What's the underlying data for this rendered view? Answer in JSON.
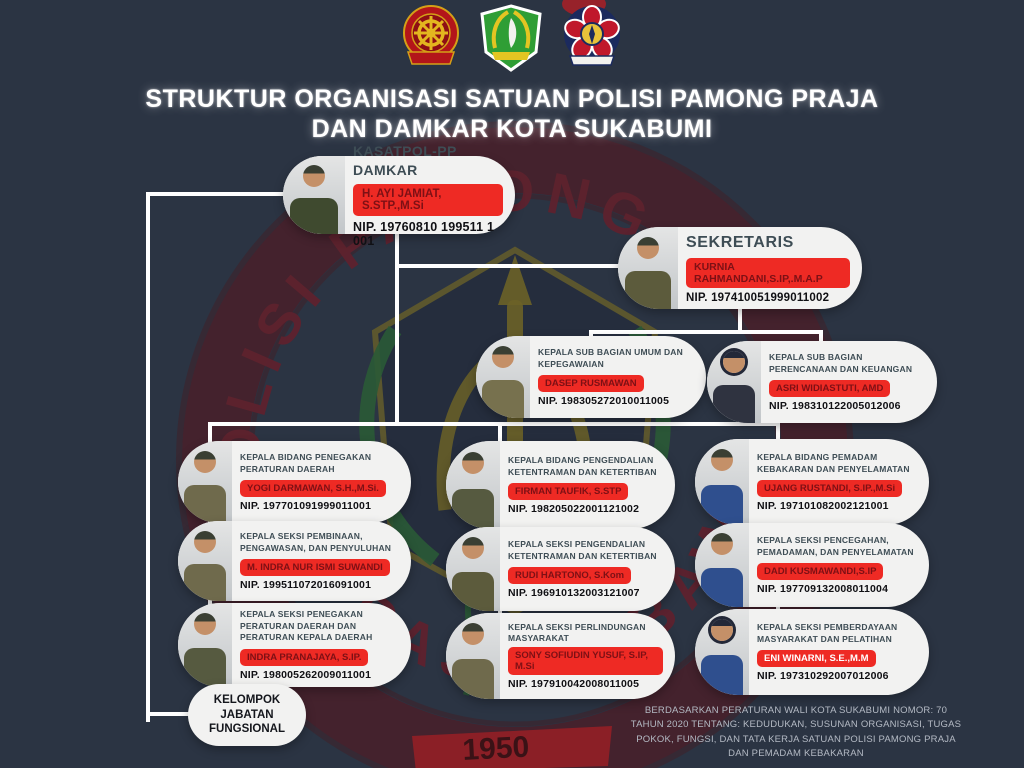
{
  "title": {
    "line1": "STRUKTUR ORGANISASI SATUAN POLISI PAMONG PRAJA",
    "line2": "DAN DAMKAR KOTA SUKABUMI"
  },
  "watermark": {
    "top_arc": "POLISI PAMONG",
    "bottom_arc": "PRAJA WIBAWA",
    "year": "1950"
  },
  "nodes": [
    {
      "id": "kasatpol",
      "role": "KASATPOL-PP DAMKAR",
      "name": "H. AYI JAMIAT, S.STP.,M.Si",
      "nip": "NIP. 19760810 199511 1 001",
      "uniform": "#3f4a2f"
    },
    {
      "id": "sekretaris",
      "role": "SEKRETARIS",
      "name": "KURNIA RAHMANDANI,S.IP,.M.A.P",
      "nip": "NIP. 197410051999011002",
      "uniform": "#5c5b3c"
    },
    {
      "id": "subbag-umum",
      "role": "KEPALA SUB BAGIAN UMUM DAN KEPEGAWAIAN",
      "name": "DASEP RUSMAWAN",
      "nip": "NIP. 198305272010011005",
      "uniform": "#77714e"
    },
    {
      "id": "subbag-perencanaan",
      "role": "KEPALA SUB BAGIAN PERENCANAAN DAN KEUANGAN",
      "name": "ASRI WIDIASTUTI, AMD",
      "nip": "NIP. 198310122005012006",
      "uniform": "#2f3340"
    },
    {
      "id": "bidang-penegakan",
      "role": "KEPALA BIDANG PENEGAKAN PERATURAN DAERAH",
      "name": "YOGI DARMAWAN, S.H.,M.Si.",
      "nip": "NIP. 197701091999011001",
      "uniform": "#6f6a4c"
    },
    {
      "id": "bidang-pengendalian",
      "role": "KEPALA BIDANG PENGENDALIAN KETENTRAMAN DAN KETERTIBAN",
      "name": "FIRMAN TAUFIK, S.STP",
      "nip": "NIP. 198205022001121002",
      "uniform": "#565a40"
    },
    {
      "id": "bidang-pemadam",
      "role": "KEPALA BIDANG PEMADAM KEBAKARAN DAN PENYELAMATAN",
      "name": "UJANG RUSTANDI, S.IP.,M.Si",
      "nip": "NIP. 197101082002121001",
      "uniform": "#2f4f8e"
    },
    {
      "id": "seksi-pembinaan",
      "role": "KEPALA SEKSI PEMBINAAN, PENGAWASAN, DAN PENYULUHAN",
      "name": "M. INDRA NUR ISMI SUWANDI",
      "nip": "NIP. 199511072016091001",
      "uniform": "#6f6a4c"
    },
    {
      "id": "seksi-pengendalian",
      "role": "KEPALA SEKSI PENGENDALIAN KETENTRAMAN DAN KETERTIBAN",
      "name": "RUDI HARTONO, S.Kom",
      "nip": "NIP. 196910132003121007",
      "uniform": "#5c5b3c"
    },
    {
      "id": "seksi-pencegahan",
      "role": "KEPALA SEKSI PENCEGAHAN, PEMADAMAN, DAN PENYELAMATAN",
      "name": "DADI KUSMAWANDI,S.IP",
      "nip": "NIP. 197709132008011004",
      "uniform": "#2f4f8e"
    },
    {
      "id": "seksi-penegakan",
      "role": "KEPALA SEKSI PENEGAKAN PERATURAN DAERAH DAN PERATURAN KEPALA DAERAH",
      "name": "INDRA PRANAJAYA, S.IP.",
      "nip": "NIP. 198005262009011001",
      "uniform": "#565a40"
    },
    {
      "id": "seksi-perlindungan",
      "role": "KEPALA SEKSI PERLINDUNGAN MASYARAKAT",
      "name": "SONY SOFIUDIN YUSUF, S.IP, M.Si",
      "nip": "NIP. 197910042008011005",
      "uniform": "#6f6a4c"
    },
    {
      "id": "seksi-pemberdayaan",
      "role": "KEPALA SEKSI PEMBERDAYAAN MASYARAKAT DAN PELATIHAN",
      "name": "ENI WINARNI, S.E.,M.M",
      "nip": "NIP. 197310292007012006",
      "uniform": "#2f4f8e"
    }
  ],
  "fungsional_label": "KELOMPOK JABATAN FUNGSIONAL",
  "footnote": "BERDASARKAN PERATURAN WALI KOTA SUKABUMI NOMOR: 70 TAHUN 2020 TENTANG: KEDUDUKAN, SUSUNAN ORGANISASI, TUGAS POKOK, FUNGSI, DAN TATA KERJA SATUAN POLISI PAMONG PRAJA DAN PEMADAM KEBAKARAN",
  "colors": {
    "background": "#2b3443",
    "card": "#f2f2f1",
    "badge": "#ee2a24",
    "badge_text": "#7d1015",
    "role_text": "#3e4d55",
    "connector": "#ffffff"
  }
}
